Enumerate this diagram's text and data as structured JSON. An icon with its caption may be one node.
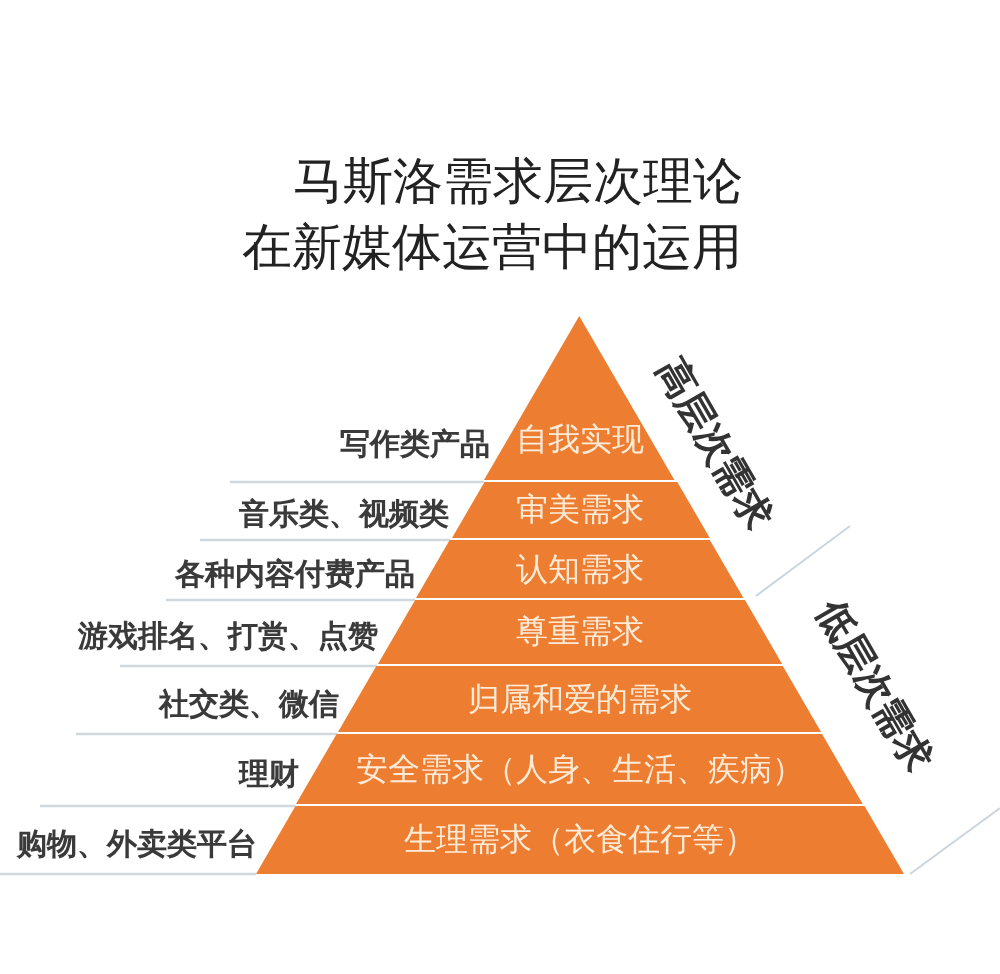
{
  "diagram": {
    "title": "马斯洛需求层次理论在新媒体运营中的运用",
    "nodes": [
      {
        "text": [
          "自我实现"
        ],
        "beside": [
          "写作类产品"
        ]
      },
      {
        "text": [
          "审美需求"
        ],
        "beside": [
          "音乐类、视频类"
        ]
      },
      {
        "text": [
          "认知需求"
        ],
        "beside": [
          "各种内容付费产品"
        ]
      },
      {
        "text": [
          "尊重需求"
        ],
        "beside": [
          "游戏排名、打赏、点赞"
        ]
      },
      {
        "text": [
          "归属和爱的需求"
        ],
        "beside": [
          "社交类、微信"
        ]
      },
      {
        "text": [
          "安全需求（人身、生活、疾病）"
        ],
        "beside": [
          "理财"
        ]
      },
      {
        "text": [
          "生理需求（衣食住行等）"
        ],
        "beside": [
          "购物、外卖类平台"
        ]
      }
    ],
    "labels": [
      "高层次需求",
      "低层次需求"
    ]
  }
}
